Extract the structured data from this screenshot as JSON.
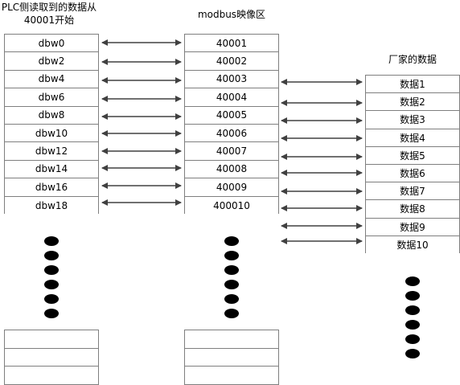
{
  "titles": {
    "plc_line1": "PLC侧读取到的数据从",
    "plc_line2": "40001开始",
    "modbus": "modbus映像区",
    "vendor": "厂家的数据"
  },
  "plc_cells": [
    "dbw0",
    "dbw2",
    "dbw4",
    "dbw6",
    "dbw8",
    "dbw10",
    "dbw12",
    "dbw14",
    "dbw16",
    "dbw18"
  ],
  "modbus_cells": [
    "40001",
    "40002",
    "40003",
    "40004",
    "40005",
    "40006",
    "40007",
    "40008",
    "40009",
    "400010"
  ],
  "vendor_cells": [
    "数据1",
    "数据2",
    "数据3",
    "数据4",
    "数据5",
    "数据6",
    "数据7",
    "数据8",
    "数据9",
    "数据10"
  ],
  "colors": {
    "border": "#7f7f7f",
    "arrow": "#404040",
    "dot": "#000000"
  }
}
